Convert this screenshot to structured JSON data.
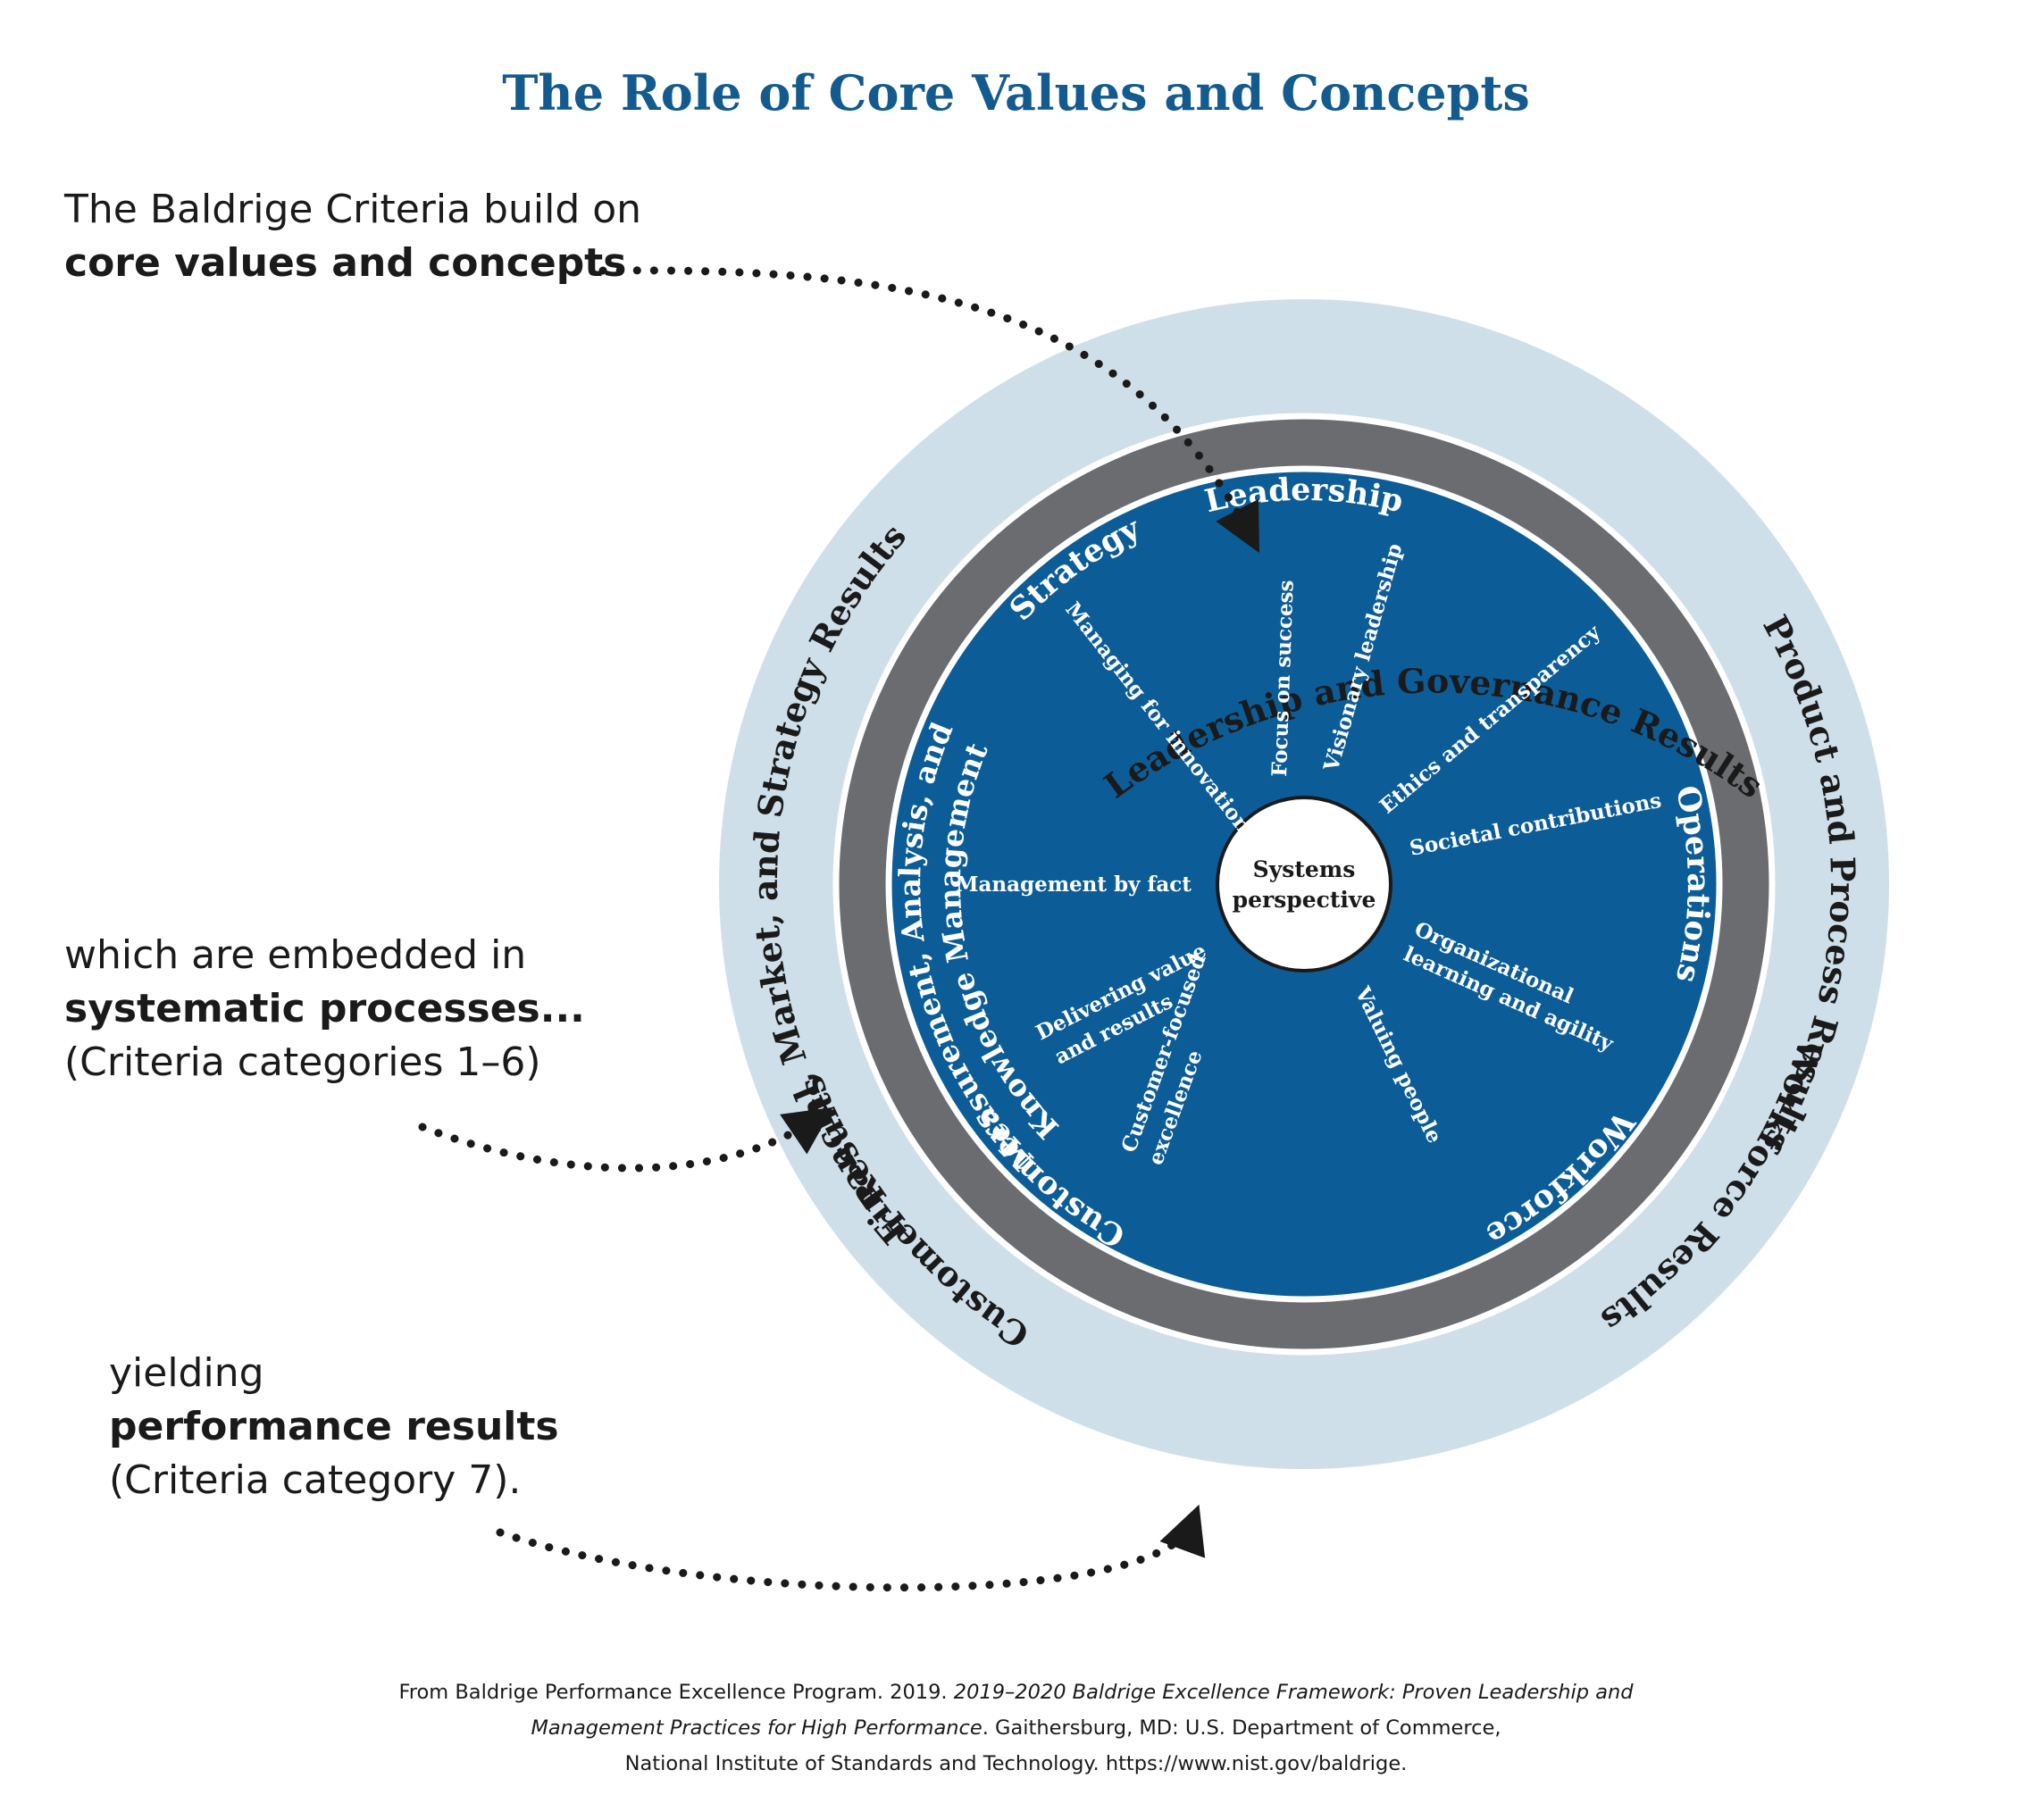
{
  "title": "The Role of Core Values and Concepts",
  "notes": {
    "top": {
      "line1": "The Baldrige Criteria build on",
      "bold": "core values and concepts"
    },
    "middle": {
      "line1": "which are embedded in",
      "bold": "systematic processes...",
      "line3": "(Criteria categories 1–6)"
    },
    "bottom": {
      "line1": "yielding",
      "bold": "performance results",
      "line3": "(Criteria category 7)."
    }
  },
  "outer_ring": {
    "top": "Leadership and Governance Results",
    "right": "Product and Process Results",
    "bottom_right": "Workforce Results",
    "bottom_left": "Customer Results",
    "left": "Financial, Market, and Strategy Results"
  },
  "middle_ring": {
    "leadership": "Leadership",
    "strategy": "Strategy",
    "operations": "Operations",
    "workforce": "Workforce",
    "customers": "Customers",
    "measurement_line1": "Measurement, Analysis, and",
    "measurement_line2": "Knowledge Management"
  },
  "core_values": {
    "focus_on_success": "Focus on success",
    "visionary_leadership": "Visionary leadership",
    "ethics_and_transparency": "Ethics and transparency",
    "societal_contributions": "Societal contributions",
    "org_learning_line1": "Organizational",
    "org_learning_line2": "learning and agility",
    "valuing_people": "Valuing people",
    "customer_focused_line1": "Customer-focused",
    "customer_focused_line2": "excellence",
    "delivering_value_line1": "Delivering value",
    "delivering_value_line2": "and results",
    "management_by_fact": "Management by fact",
    "managing_for_innovation": "Managing for innovation"
  },
  "center": {
    "line1": "Systems",
    "line2": "perspective"
  },
  "source": {
    "part1": "From Baldrige Performance Excellence Program. 2019. ",
    "italic1": "2019–2020 Baldrige Excellence Framework: Proven Leadership and",
    "italic2": "Management Practices for High Performance",
    "part2": ". Gaithersburg, MD: U.S. Department of Commerce,",
    "line3": "National Institute of Standards and Technology. https://www.nist.gov/baldrige."
  },
  "colors": {
    "title": "#135a8e",
    "outer_ring": "#cfdfe9",
    "middle_ring": "#6b6c6f",
    "inner_circle": "#0c5d97",
    "ring_border": "#ffffff",
    "text_dark": "#1a1a1a"
  }
}
